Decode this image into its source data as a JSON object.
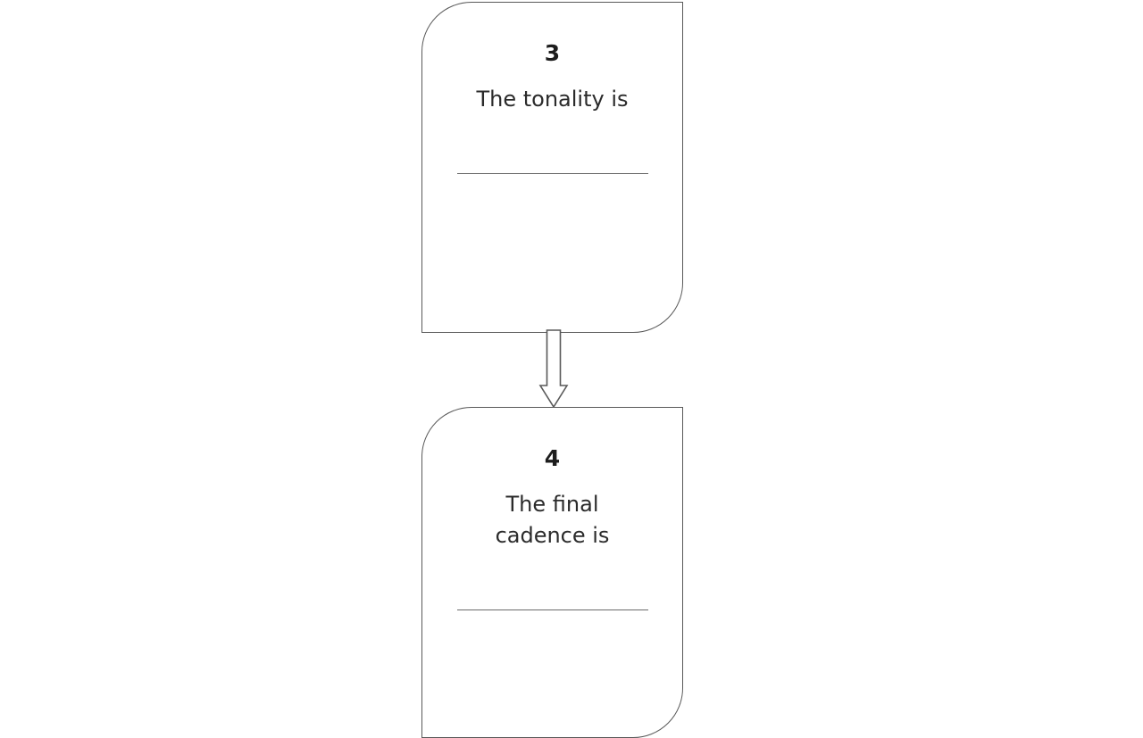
{
  "page": {
    "background_color": "#ffffff",
    "title": "Listening worksheet flow",
    "line_color": "#595959",
    "text_color": "#2b2b2b",
    "answer_line_color": "#6b6b6b"
  },
  "flow": {
    "steps": [
      {
        "number": "3",
        "prompt": "The tonality is",
        "answer_value": "",
        "answer_placeholder": ""
      },
      {
        "number": "4",
        "prompt": "The final\ncadence is",
        "prompt_line_1": "The final",
        "prompt_line_2": "cadence is",
        "answer_value": "",
        "answer_placeholder": ""
      }
    ],
    "connector": {
      "name": "down-arrow",
      "direction": "down",
      "from_step": "3",
      "to_step": "4"
    }
  }
}
